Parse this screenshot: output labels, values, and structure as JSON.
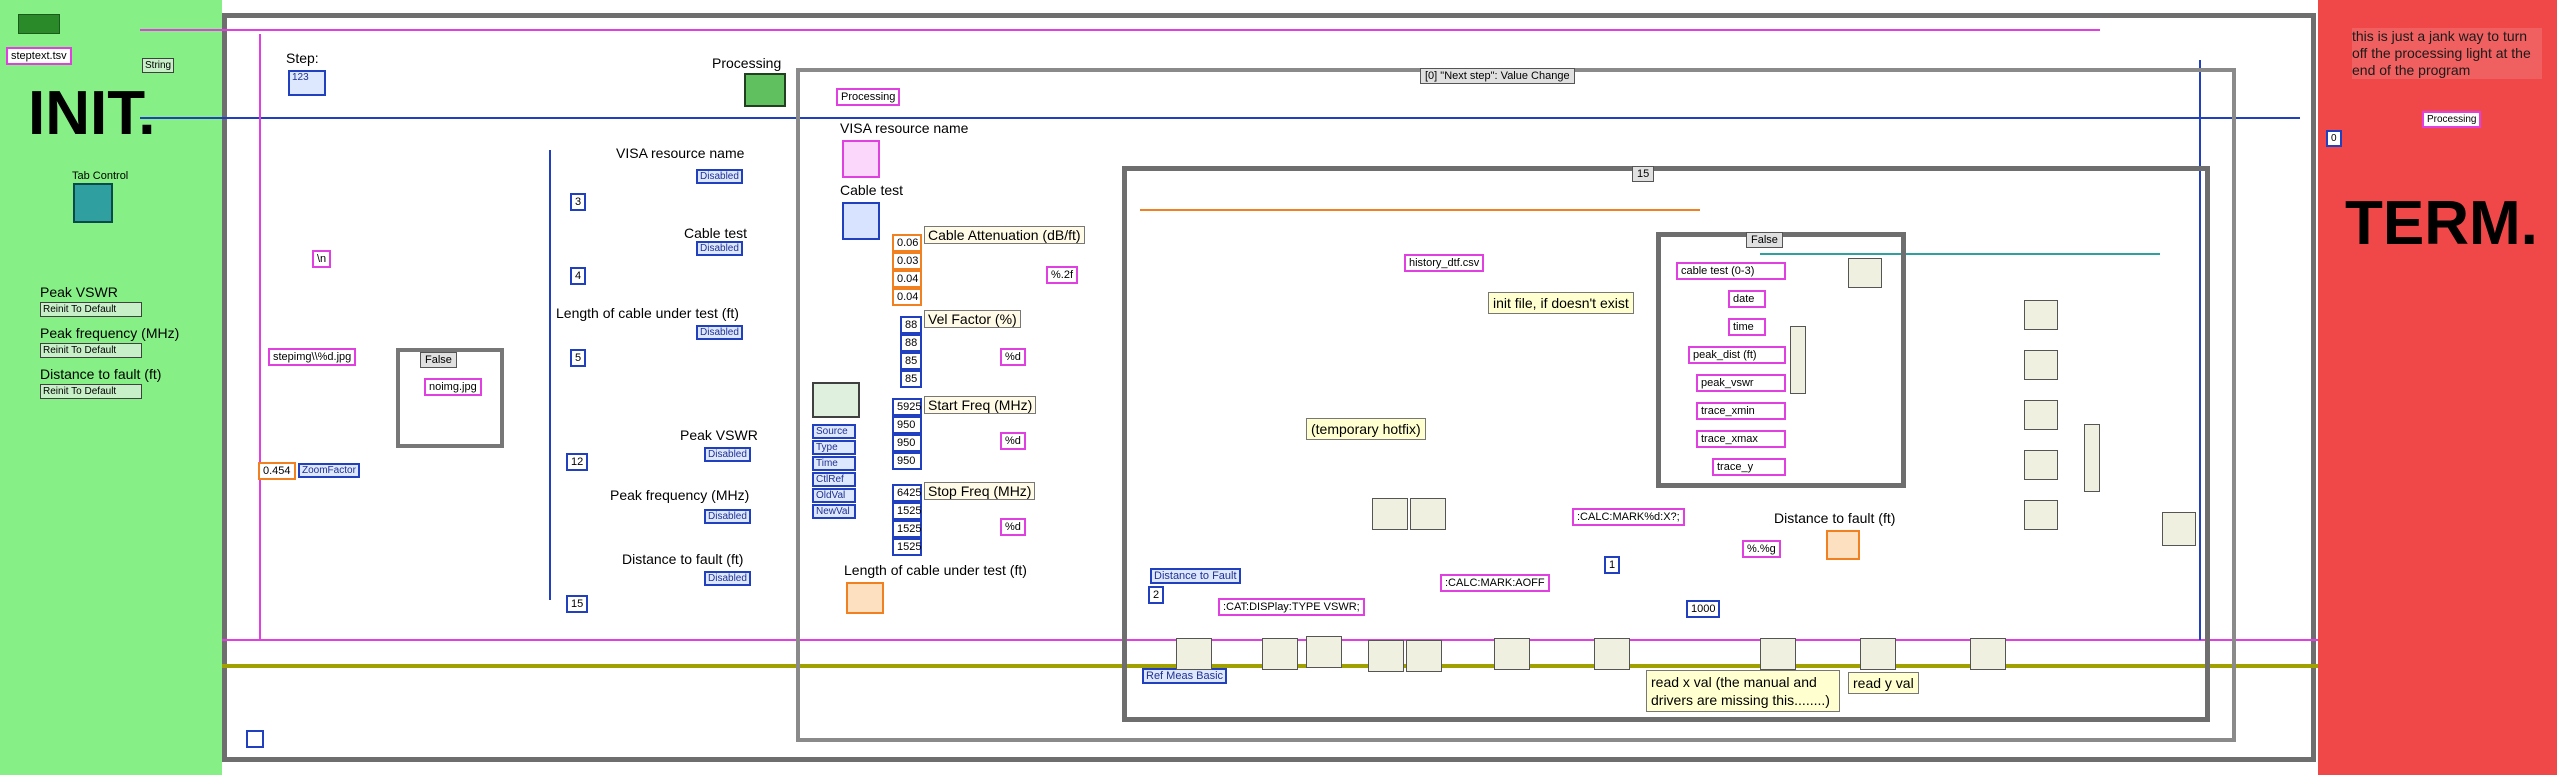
{
  "init": {
    "title": "INIT.",
    "file_const": "steptext.tsv",
    "type_dropdown": "String",
    "tab_control_label": "Tab Control",
    "indicators": [
      {
        "label": "Peak VSWR",
        "button": "Reinit To Default"
      },
      {
        "label": "Peak frequency (MHz)",
        "button": "Reinit To Default"
      },
      {
        "label": "Distance to fault (ft)",
        "button": "Reinit To Default"
      }
    ]
  },
  "term": {
    "title": "TERM.",
    "note": "this is just a jank way to turn off the processing light at the end of the program",
    "processing_ref": "Processing",
    "const_zero": "0"
  },
  "main": {
    "step_label": "Step:",
    "step_ind": "123",
    "processing_label": "Processing",
    "stepimg_const": "stepimg\\\\%d.jpg",
    "noimg_const": "noimg.jpg",
    "false_case": "False",
    "zoom_value": "0.454",
    "zoom_label": "ZoomFactor",
    "newline": "\\n",
    "enum_one": "1",
    "enum_zero": "0",
    "disabled_rows": [
      {
        "label": "VISA resource name",
        "num": "3",
        "ind": "Disabled"
      },
      {
        "label": "Cable test",
        "num": "4",
        "ind": "Disabled"
      },
      {
        "label": "Length of cable under test (ft)",
        "num": "5",
        "ind": "Disabled"
      },
      {
        "label": "Peak VSWR",
        "num": "12",
        "ind": "Disabled"
      },
      {
        "label": "Peak frequency (MHz)",
        "num": "",
        "ind": "Disabled"
      },
      {
        "label": "Distance to fault (ft)",
        "num": "15",
        "ind": "Disabled"
      }
    ]
  },
  "event": {
    "selector": "[0] \"Next step\": Value Change",
    "processing_local": "Processing",
    "visa_label": "VISA resource name",
    "cable_label": "Cable test",
    "length_label": "Length of cable under test (ft)",
    "event_data": [
      "Source",
      "Type",
      "Time",
      "CtlRef",
      "OldVal",
      "NewVal"
    ],
    "arrays": [
      {
        "title": "Cable Attenuation (dB/ft)",
        "values": [
          "0.06",
          "0.03",
          "0.04",
          "0.04"
        ],
        "fmt": "%.2f"
      },
      {
        "title": "Vel Factor (%)",
        "values": [
          "88",
          "88",
          "85",
          "85"
        ],
        "fmt": "%d"
      },
      {
        "title": "Start Freq (MHz)",
        "values": [
          "5925",
          "950",
          "950",
          "950"
        ],
        "fmt": "%d"
      },
      {
        "title": "Stop Freq (MHz)",
        "values": [
          "6425",
          "1525",
          "1525",
          "1525"
        ],
        "fmt": "%d"
      }
    ]
  },
  "case15": {
    "selector": "15",
    "history_file": "history_dtf.csv",
    "init_comment": "init file, if doesn't exist",
    "hotfix_comment": "(temporary hotfix)",
    "calc_mark_x": ":CALC:MARK%d:X?;",
    "calc_mark_aoff": ":CALC:MARK:AOFF",
    "cat_display": ":CAT:DISPlay:TYPE VSWR;",
    "dtf_enum": "Distance to Fault",
    "ref_meas": "Ref Meas Basic",
    "const_2": "2",
    "const_1": "1",
    "const_1000": "1000",
    "fmt_g": "%.%g",
    "dtf_label": "Distance to fault (ft)",
    "read_x_comment": "read x val (the manual and drivers are missing this........)",
    "read_y_comment": "read y val",
    "inner_false": "False",
    "bundle_items": [
      "cable test (0-3)",
      "date",
      "time",
      "peak_dist (ft)",
      "peak_vswr",
      "trace_xmin",
      "trace_xmax",
      "trace_y"
    ]
  },
  "colors": {
    "init_bg": "#86f086",
    "term_bg": "#f04848",
    "wire_pink": "#e040e0",
    "wire_blue": "#2040c0",
    "wire_orange": "#f08020",
    "wire_yellow": "#a0a000"
  }
}
